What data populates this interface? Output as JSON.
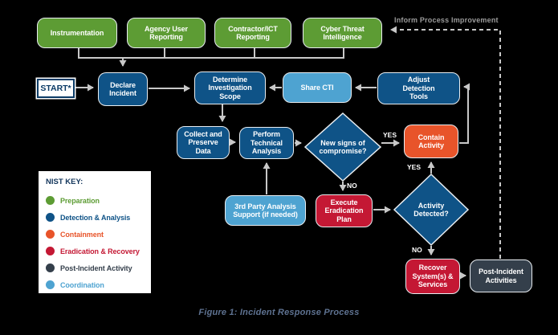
{
  "figure": {
    "caption": "Figure 1: Incident Response Process"
  },
  "start": {
    "label": "START*"
  },
  "nodes": {
    "instrumentation": {
      "label": "Instrumentation"
    },
    "agency_user_reporting": {
      "label": "Agency User Reporting"
    },
    "contractor_ict_reporting": {
      "label": "Contractor/ICT Reporting"
    },
    "cyber_threat_intelligence": {
      "label": "Cyber Threat Intelligence"
    },
    "declare_incident": {
      "label": "Declare Incident"
    },
    "determine_investigation_scope": {
      "label": "Determine Investigation Scope"
    },
    "share_cti": {
      "label": "Share CTI"
    },
    "adjust_detection_tools": {
      "label": "Adjust Detection Tools"
    },
    "collect_and_preserve_data": {
      "label": "Collect and Preserve Data"
    },
    "perform_technical_analysis": {
      "label": "Perform Technical Analysis"
    },
    "new_signs_of_compromise": {
      "label": "New signs of compromise?"
    },
    "contain_activity": {
      "label": "Contain Activity"
    },
    "third_party_analysis_support": {
      "label": "3rd Party Analysis Support (if needed)"
    },
    "execute_eradication_plan": {
      "label": "Execute Eradication Plan"
    },
    "activity_detected": {
      "label": "Activity Detected?"
    },
    "recover_systems_services": {
      "label": "Recover System(s) & Services"
    },
    "post_incident_activities": {
      "label": "Post-Incident Activities"
    }
  },
  "edge_labels": {
    "inform_process_improvement": "Inform Process Improvement",
    "yes_new_signs": "YES",
    "no_new_signs": "NO",
    "yes_activity": "YES",
    "no_activity": "NO"
  },
  "legend": {
    "title": "NIST KEY:",
    "items": [
      {
        "label": "Preparation",
        "color": "#5d9c34"
      },
      {
        "label": "Detection & Analysis",
        "color": "#0f5387"
      },
      {
        "label": "Containment",
        "color": "#e8542a"
      },
      {
        "label": "Eradication & Recovery",
        "color": "#c41834"
      },
      {
        "label": "Post-Incident Activity",
        "color": "#343f4b"
      },
      {
        "label": "Coordination",
        "color": "#4ea3d1"
      }
    ]
  },
  "colors": {
    "background": "#000000",
    "preparation_green": "#5d9c34",
    "detection_blue": "#0f5387",
    "coordination_light_blue": "#4ea3d1",
    "containment_orange": "#e8542a",
    "eradication_red": "#c41834",
    "post_incident_slate": "#343f4b",
    "connector_gray": "#c8c8c8",
    "caption_gray_blue": "#5e7291"
  }
}
